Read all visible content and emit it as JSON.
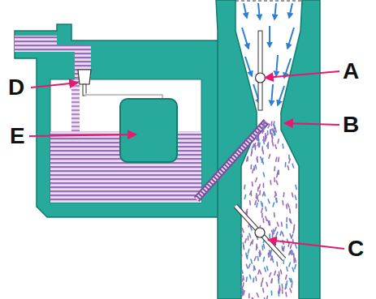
{
  "diagram": {
    "labels": [
      "A",
      "D",
      "B",
      "E",
      "C"
    ]
  }
}
